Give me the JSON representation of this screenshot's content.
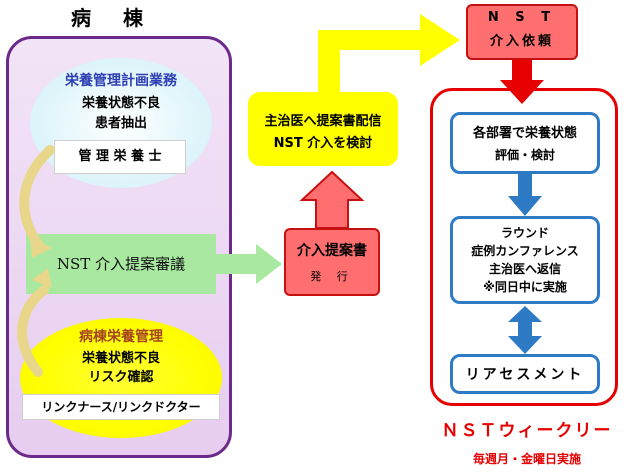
{
  "ward": {
    "title": "病　棟",
    "nutrition_plan": {
      "title": "栄養管理計画業務",
      "line1": "栄養状態不良",
      "line2": "患者抽出"
    },
    "dietitian": "管 理 栄 養 士",
    "nst_review": "NST 介入提案審議",
    "ward_nutrition": {
      "title": "病棟栄養管理",
      "line1": "栄養状態不良",
      "line2": "リスク確認"
    },
    "link_staff": "リンクナース/リンクドクター"
  },
  "proposal": {
    "title": "介入提案書",
    "issue": "発 行"
  },
  "consult": {
    "line1": "主治医へ提案書配信",
    "line2": "NST 介入を検討"
  },
  "nst_request": {
    "line1": "N S T",
    "line2": "介入依頼"
  },
  "weekly": {
    "eval_line1": "各部署で栄養状態",
    "eval_line2": "評価・検討",
    "round_line1": "ラウンド",
    "round_line2": "症例カンファレンス",
    "round_line3": "主治医へ返信",
    "round_line4": "※同日中に実施",
    "reassessment": "リアセスメント",
    "title": "ＮＳＴウィークリー",
    "schedule": "毎週月・金曜日実施"
  },
  "colors": {
    "ward_border": "#6b2a8a",
    "ward_fill": "#ead4f2",
    "red_box": "#ff6f6f",
    "red_border": "#e60000",
    "yellow": "#ffff00",
    "blue": "#2e7ac4",
    "green": "#a8e8a0"
  }
}
